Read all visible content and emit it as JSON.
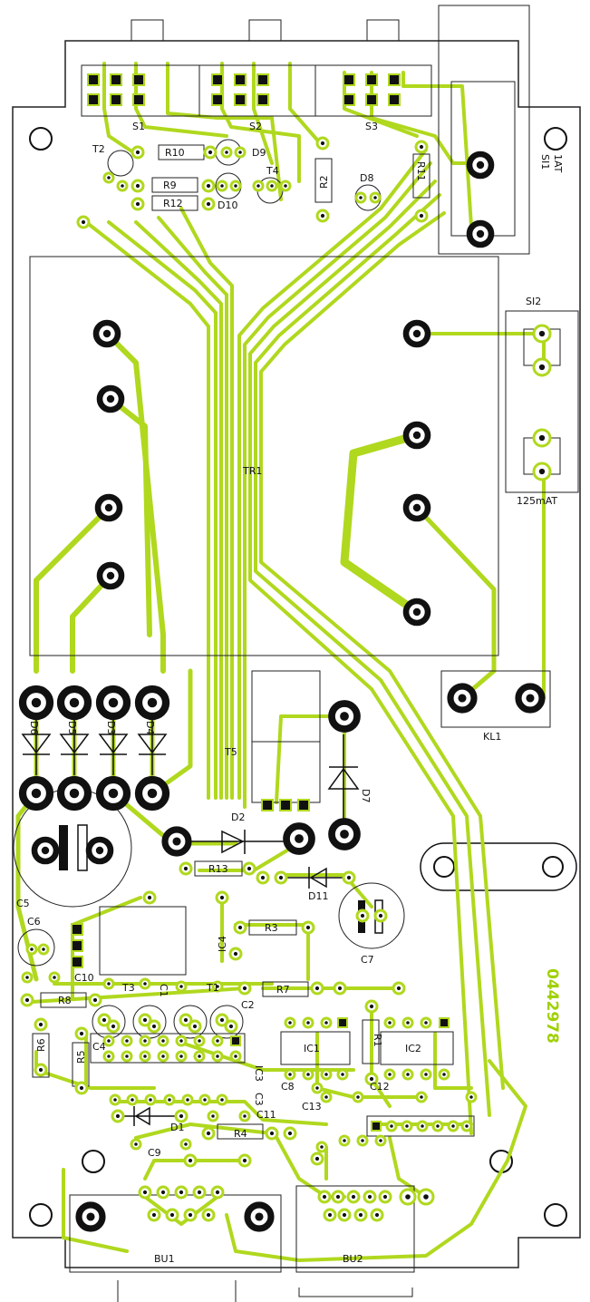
{
  "colors": {
    "trace": "#b0d81e",
    "trace_dark": "#7da000",
    "outline": "#222222",
    "pad_ring": "#111111",
    "board": "#ffffff"
  },
  "board_code": "0442978",
  "labels": {
    "s1": "S1",
    "s2": "S2",
    "s3": "S3",
    "si1": "SI1",
    "si1_rating": "1AT",
    "si2": "SI2",
    "si2_rating": "125mAT",
    "t2": "T2",
    "t4": "T4",
    "t5": "T5",
    "t3": "T3",
    "t1": "T1",
    "r10": "R10",
    "r9": "R9",
    "r12": "R12",
    "r2": "R2",
    "r11": "R11",
    "r13": "R13",
    "r3": "R3",
    "r7": "R7",
    "r8": "R8",
    "r6": "R6",
    "r5": "R5",
    "r4": "R4",
    "r1": "R1",
    "d9": "D9",
    "d10": "D10",
    "d8": "D8",
    "d6": "D6",
    "d5": "D5",
    "d3": "D3",
    "d4": "D4",
    "d2": "D2",
    "d7": "D7",
    "d11": "D11",
    "d1": "D1",
    "tr1": "TR1",
    "kl1": "KL1",
    "c5": "C5",
    "c6": "C6",
    "c7": "C7",
    "c10": "C10",
    "c4": "C4",
    "c2": "C2",
    "c8": "C8",
    "c13": "C13",
    "c12": "C12",
    "c11": "C11",
    "c9": "C9",
    "c3": "C3",
    "c1": "C1",
    "ic1": "IC1",
    "ic2": "IC2",
    "ic3": "IC3",
    "ic4": "IC4",
    "bu1": "BU1",
    "bu2": "BU2"
  }
}
